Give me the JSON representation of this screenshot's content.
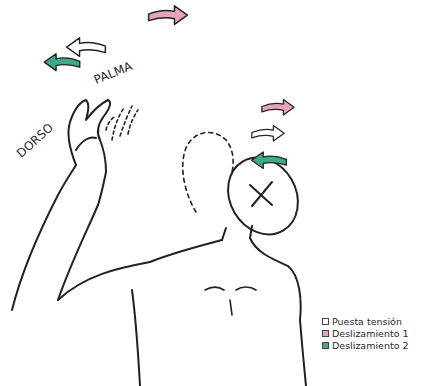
{
  "diagram": {
    "labels": [
      "PALMA",
      "DORSO"
    ],
    "legend": [
      {
        "text": "Puesta tensión",
        "color": "#ffffff"
      },
      {
        "text": "Deslizamiento 1",
        "color": "#e6a3bd"
      },
      {
        "text": "Deslizamiento 2",
        "color": "#3fa98c"
      }
    ]
  }
}
